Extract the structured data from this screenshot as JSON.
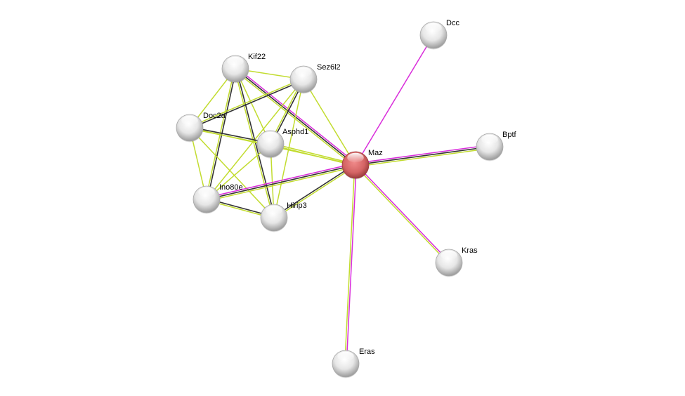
{
  "network": {
    "colors": {
      "textmining": "#c2dc2f",
      "coexpression": "#333333",
      "experiments": "#d92ddb",
      "query_node": "#d66e6e",
      "node": "#e8e8e8"
    },
    "nodes": [
      {
        "id": "Maz",
        "label": "Maz",
        "query": true
      },
      {
        "id": "Kif22",
        "label": "Kif22",
        "query": false
      },
      {
        "id": "Sez6l2",
        "label": "Sez6l2",
        "query": false
      },
      {
        "id": "Doc2a",
        "label": "Doc2a",
        "query": false
      },
      {
        "id": "Asphd1",
        "label": "Asphd1",
        "query": false
      },
      {
        "id": "Ino80e",
        "label": "Ino80e",
        "query": false
      },
      {
        "id": "Hirip3",
        "label": "Hirip3",
        "query": false
      },
      {
        "id": "Dcc",
        "label": "Dcc",
        "query": false
      },
      {
        "id": "Bptf",
        "label": "Bptf",
        "query": false
      },
      {
        "id": "Kras",
        "label": "Kras",
        "query": false
      },
      {
        "id": "Eras",
        "label": "Eras",
        "query": false
      }
    ],
    "edges": [
      {
        "a": "Kif22",
        "b": "Sez6l2",
        "types": [
          "textmining"
        ]
      },
      {
        "a": "Kif22",
        "b": "Doc2a",
        "types": [
          "textmining"
        ]
      },
      {
        "a": "Kif22",
        "b": "Asphd1",
        "types": [
          "textmining"
        ]
      },
      {
        "a": "Kif22",
        "b": "Ino80e",
        "types": [
          "coexpression",
          "textmining"
        ]
      },
      {
        "a": "Kif22",
        "b": "Hirip3",
        "types": [
          "coexpression",
          "textmining"
        ]
      },
      {
        "a": "Kif22",
        "b": "Maz",
        "types": [
          "experiments",
          "coexpression",
          "textmining"
        ]
      },
      {
        "a": "Sez6l2",
        "b": "Doc2a",
        "types": [
          "coexpression",
          "textmining"
        ]
      },
      {
        "a": "Sez6l2",
        "b": "Asphd1",
        "types": [
          "coexpression",
          "textmining"
        ]
      },
      {
        "a": "Sez6l2",
        "b": "Ino80e",
        "types": [
          "textmining"
        ]
      },
      {
        "a": "Sez6l2",
        "b": "Hirip3",
        "types": [
          "textmining"
        ]
      },
      {
        "a": "Sez6l2",
        "b": "Maz",
        "types": [
          "textmining"
        ]
      },
      {
        "a": "Doc2a",
        "b": "Asphd1",
        "types": [
          "coexpression",
          "textmining"
        ]
      },
      {
        "a": "Doc2a",
        "b": "Ino80e",
        "types": [
          "textmining"
        ]
      },
      {
        "a": "Doc2a",
        "b": "Hirip3",
        "types": [
          "textmining"
        ]
      },
      {
        "a": "Doc2a",
        "b": "Maz",
        "types": [
          "textmining"
        ]
      },
      {
        "a": "Asphd1",
        "b": "Maz",
        "types": [
          "textmining",
          "textmining"
        ]
      },
      {
        "a": "Asphd1",
        "b": "Ino80e",
        "types": [
          "textmining"
        ]
      },
      {
        "a": "Asphd1",
        "b": "Hirip3",
        "types": [
          "textmining"
        ]
      },
      {
        "a": "Ino80e",
        "b": "Maz",
        "types": [
          "experiments",
          "coexpression",
          "textmining"
        ]
      },
      {
        "a": "Ino80e",
        "b": "Hirip3",
        "types": [
          "coexpression",
          "textmining"
        ]
      },
      {
        "a": "Hirip3",
        "b": "Maz",
        "types": [
          "coexpression",
          "textmining"
        ]
      },
      {
        "a": "Maz",
        "b": "Dcc",
        "types": [
          "experiments"
        ]
      },
      {
        "a": "Maz",
        "b": "Bptf",
        "types": [
          "experiments",
          "coexpression",
          "textmining"
        ]
      },
      {
        "a": "Maz",
        "b": "Kras",
        "types": [
          "experiments",
          "textmining"
        ]
      },
      {
        "a": "Maz",
        "b": "Eras",
        "types": [
          "experiments",
          "textmining"
        ]
      }
    ]
  }
}
